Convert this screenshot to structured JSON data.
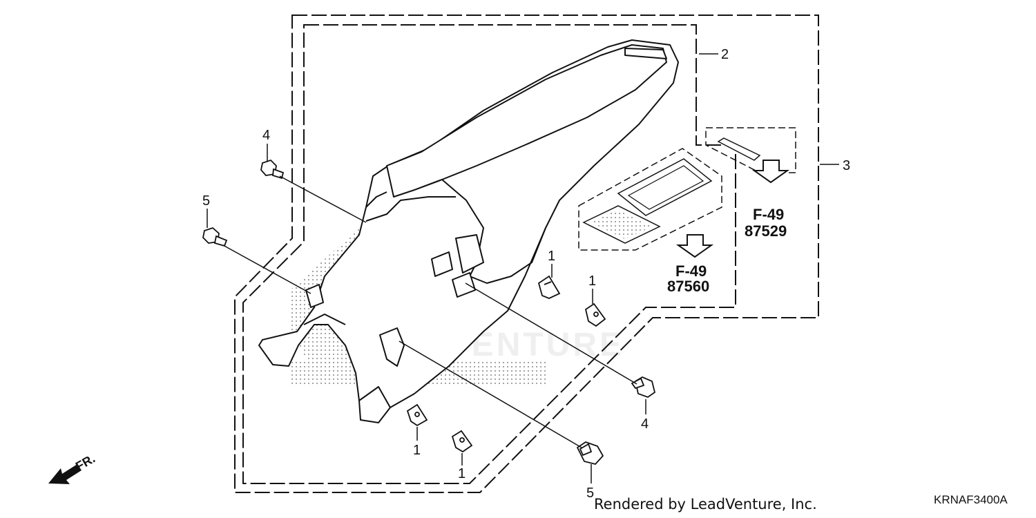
{
  "callouts": {
    "part_1": "1",
    "part_2": "2",
    "part_3": "3",
    "part_4": "4",
    "part_5": "5"
  },
  "references": {
    "decal_large": {
      "figure": "F-49",
      "part_number": "87560"
    },
    "decal_small": {
      "figure": "F-49",
      "part_number": "87529"
    }
  },
  "direction_label": "FR.",
  "watermark": "LEADVENTURE",
  "footer": {
    "credit": "Rendered by LeadVenture, Inc.",
    "diagram_code": "KRNAF3400A"
  }
}
